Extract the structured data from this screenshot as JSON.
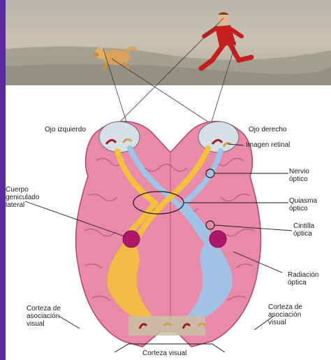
{
  "labels": {
    "ojo_izquierdo": "Ojo izquierdo",
    "ojo_derecho": "Ojo derecho",
    "imagen_retinal": "Imagen retinal",
    "nervio_optico": "Nervio\nóptico",
    "cuerpo_geniculado": "Cuerpo\ngeniculado\nlateral",
    "quiasma_optico": "Quiasma\nóptico",
    "cintilla_optica": "Cintilla\nóptica",
    "radiacion_optica": "Radiación\nóptica",
    "corteza_asociacion_izq": "Corteza de\nasociación\nvisual",
    "corteza_asociacion_der": "Corteza de\nasociación\nvisual",
    "corteza_visual": "Corteza visual"
  },
  "colors": {
    "frame": "#5b2aa0",
    "brain": "#e98aa8",
    "left_pathway": "#f3c23a",
    "right_pathway": "#9ec4e8",
    "nucleus": "#b0186a"
  }
}
